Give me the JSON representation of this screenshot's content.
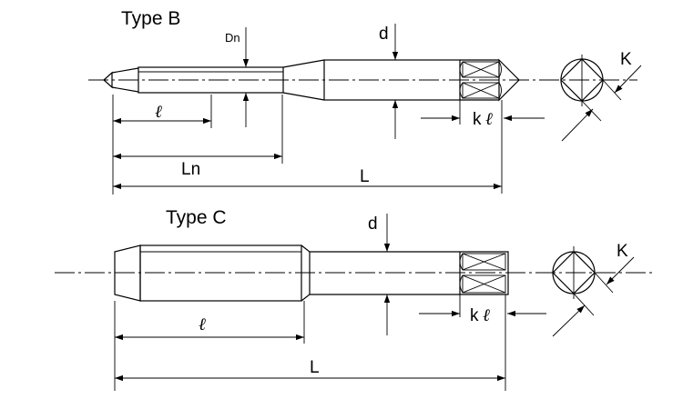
{
  "type_b": {
    "title": "Type B",
    "labels": {
      "Dn": "Dn",
      "d": "d",
      "ell": "ℓ",
      "Ln": "Ln",
      "L": "L",
      "k": "k",
      "kell": "ℓ",
      "K": "K"
    }
  },
  "type_c": {
    "title": "Type C",
    "labels": {
      "d": "d",
      "ell": "ℓ",
      "L": "L",
      "k": "k",
      "kell": "ℓ",
      "K": "K"
    }
  },
  "colors": {
    "line": "#000000",
    "background": "#ffffff"
  }
}
